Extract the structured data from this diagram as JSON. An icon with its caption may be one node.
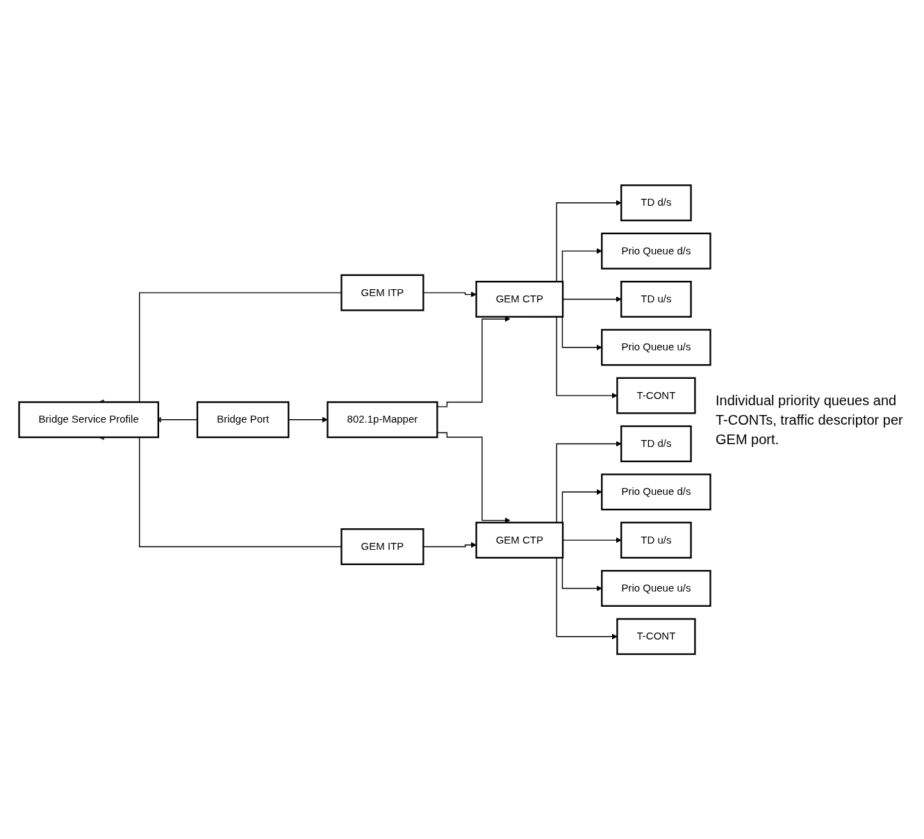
{
  "diagram": {
    "nodes": [
      {
        "text": [
          "TD d/s"
        ]
      },
      {
        "text": [
          "Prio Queue d/s"
        ]
      },
      {
        "text": [
          "GEM ITP"
        ]
      },
      {
        "text": [
          "GEM CTP"
        ]
      },
      {
        "text": [
          "TD u/s"
        ]
      },
      {
        "text": [
          "Prio Queue u/s"
        ]
      },
      {
        "text": [
          "T-CONT"
        ]
      },
      {
        "text": [
          "Bridge Service Profile"
        ]
      },
      {
        "text": [
          "Bridge Port"
        ]
      },
      {
        "text": [
          "802.1p-Mapper"
        ]
      },
      {
        "text": [
          "TD d/s"
        ]
      },
      {
        "text": [
          "Prio Queue d/s"
        ]
      },
      {
        "text": [
          "GEM ITP"
        ]
      },
      {
        "text": [
          "GEM CTP"
        ]
      },
      {
        "text": [
          "TD u/s"
        ]
      },
      {
        "text": [
          "Prio Queue u/s"
        ]
      },
      {
        "text": [
          "T-CONT"
        ]
      }
    ],
    "edges": [
      {
        "from": 2,
        "to": 7,
        "arrow": "to"
      },
      {
        "from": 2,
        "to": 3,
        "arrow": "to"
      },
      {
        "from": 3,
        "to": 0,
        "arrow": "to"
      },
      {
        "from": 3,
        "to": 1,
        "arrow": "to"
      },
      {
        "from": 3,
        "to": 4,
        "arrow": "to"
      },
      {
        "from": 3,
        "to": 5,
        "arrow": "to"
      },
      {
        "from": 3,
        "to": 6,
        "arrow": "to"
      },
      {
        "from": 8,
        "to": 7,
        "arrow": "to"
      },
      {
        "from": 8,
        "to": 9,
        "arrow": "to"
      },
      {
        "from": 9,
        "to": 3,
        "arrow": "to"
      },
      {
        "from": 9,
        "to": 13,
        "arrow": "to"
      },
      {
        "from": 12,
        "to": 7,
        "arrow": "to"
      },
      {
        "from": 12,
        "to": 13,
        "arrow": "to"
      },
      {
        "from": 13,
        "to": 10,
        "arrow": "to"
      },
      {
        "from": 13,
        "to": 11,
        "arrow": "to"
      },
      {
        "from": 13,
        "to": 14,
        "arrow": "to"
      },
      {
        "from": 13,
        "to": 15,
        "arrow": "to"
      },
      {
        "from": 13,
        "to": 16,
        "arrow": "to"
      }
    ],
    "labels": [
      "Individual priority queues and T-CONTs, traffic descriptor per GEM port."
    ]
  }
}
